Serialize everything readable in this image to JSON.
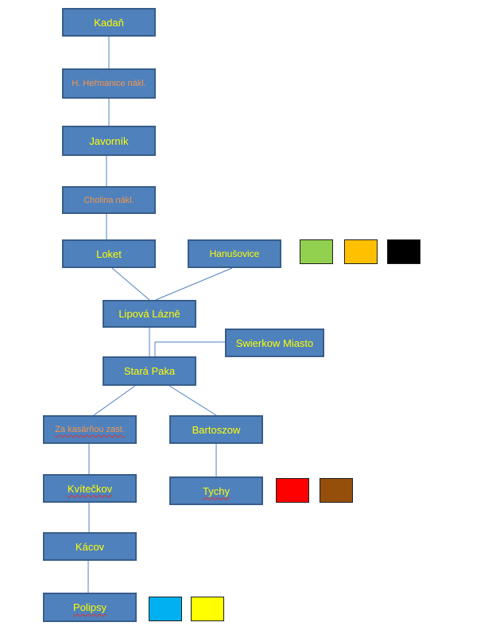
{
  "nodes": {
    "kadan": "Kadaň",
    "hermanice": "H. Heřmanice nákl.",
    "javornik": "Javorník",
    "cholina": "Cholina nákl.",
    "loket": "Loket",
    "hanusovice": "Hanušovice",
    "lipova": "Lipová Lázně",
    "swierkow": "Swierkow Miasto",
    "stara_paka": "Stará Paka",
    "za_kasarnou": "Za kasárňou zast.",
    "bartoszow": "Bartoszow",
    "kvitečkov": "Kvítečkov",
    "tychy": "Tychy",
    "kacov": "Kácov",
    "polipsy": "Polipsy"
  },
  "colors": {
    "node_fill": "#4f81bd",
    "node_border": "#385d8a",
    "text_yellow": "#ffff00",
    "text_orange": "#f79646",
    "connector": "#4f81bd"
  },
  "swatches": {
    "row1": [
      "#92d050",
      "#ffc000",
      "#000000"
    ],
    "row2": [
      "#ff0000",
      "#954f0b"
    ],
    "row3": [
      "#00b0f0",
      "#ffff00"
    ]
  }
}
